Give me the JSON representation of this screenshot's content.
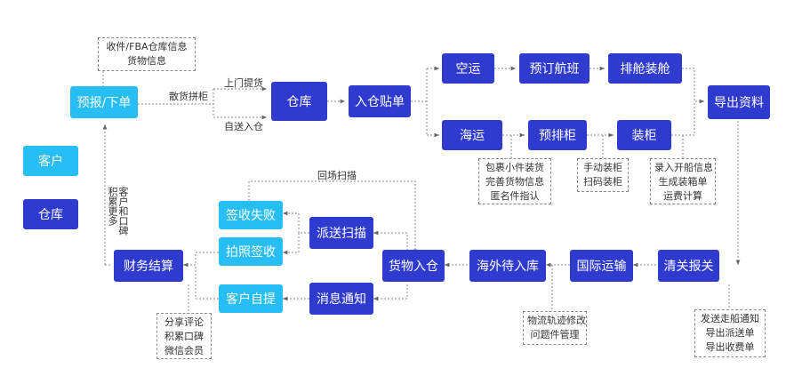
{
  "legend": {
    "customer": "客户",
    "warehouse": "仓库"
  },
  "nodes": {
    "forecast": "预报/下单",
    "warehouse": "仓库",
    "inbound_label": "入仓贴单",
    "air": "空运",
    "book_flight": "预订航班",
    "air_load": "排舱装舱",
    "export_data": "导出资料",
    "sea": "海运",
    "pre_container": "预排柜",
    "container_load": "装柜",
    "customs": "清关报关",
    "intl_transport": "国际运输",
    "overseas_wait": "海外待入库",
    "goods_in": "货物入仓",
    "delivery_scan": "派送扫描",
    "msg_notify": "消息通知",
    "sign_fail": "签收失败",
    "photo_sign": "拍照签收",
    "self_pickup": "客户自提",
    "settlement": "财务结算"
  },
  "notes": {
    "order_info": [
      "收件/FBA仓库信息",
      "货物信息"
    ],
    "sea_info": [
      "包裹小件装货",
      "完善货物信息",
      "匿名件指认"
    ],
    "load_methods": [
      "手动装柜",
      "扫码装柜"
    ],
    "ship_info": [
      "录入开船信息",
      "生成装箱单",
      "运费计算"
    ],
    "tracking": [
      "物流轨迹修改",
      "问题件管理"
    ],
    "customs_info": [
      "发送走船通知",
      "导出派送单",
      "导出收费单"
    ],
    "review": [
      "分享评论",
      "积累口碑",
      "微信会员"
    ]
  },
  "edge_labels": {
    "bulk": "散货拼柜",
    "pickup": "上门提货",
    "self_delivery": "自送入仓",
    "return_scan": "回场扫描",
    "reputation": "客户和口碑积累更多"
  },
  "colors": {
    "dark": "#2f3bcf",
    "light": "#27bdf5",
    "line": "#8a8a8a"
  }
}
